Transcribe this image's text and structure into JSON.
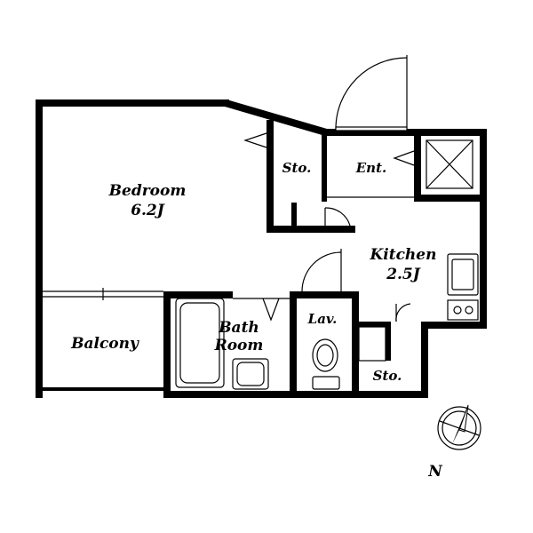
{
  "rooms": {
    "bedroom": {
      "name": "Bedroom",
      "size": "6.2J"
    },
    "kitchen": {
      "name": "Kitchen",
      "size": "2.5J"
    },
    "storage_top": "Sto.",
    "entrance": "Ent.",
    "bath": {
      "line1": "Bath",
      "line2": "Room"
    },
    "lavatory": "Lav.",
    "storage_bottom": "Sto.",
    "balcony": "Balcony"
  },
  "compass": {
    "label": "N"
  }
}
